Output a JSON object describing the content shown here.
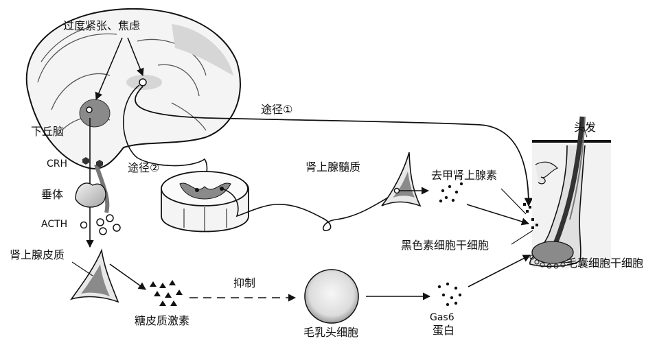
{
  "labels": {
    "stress": "过度紧张、焦虑",
    "hypothalamus": "下丘脑",
    "crh": "CRH",
    "pituitary": "垂体",
    "acth": "ACTH",
    "adrenal_cortex": "肾上腺皮质",
    "glucocorticoid": "糖皮质激素",
    "inhibit": "抑制",
    "dermal_papilla": "毛乳头细胞",
    "gas6": "Gas6",
    "protein": "蛋白",
    "pathway1": "途径①",
    "pathway2": "途径②",
    "adrenal_medulla": "肾上腺髓质",
    "norepinephrine": "去甲肾上腺素",
    "melanocyte_stem": "黑色素细胞干细胞",
    "follicle_stem": "毛囊细胞干细胞",
    "hair": "头发"
  },
  "colors": {
    "line": "#111111",
    "brain_fill": "#f4f4f4",
    "brain_shade": "#d6d6d6",
    "organ_dark": "#8a8a8a",
    "organ_light": "#e8e8e8"
  }
}
